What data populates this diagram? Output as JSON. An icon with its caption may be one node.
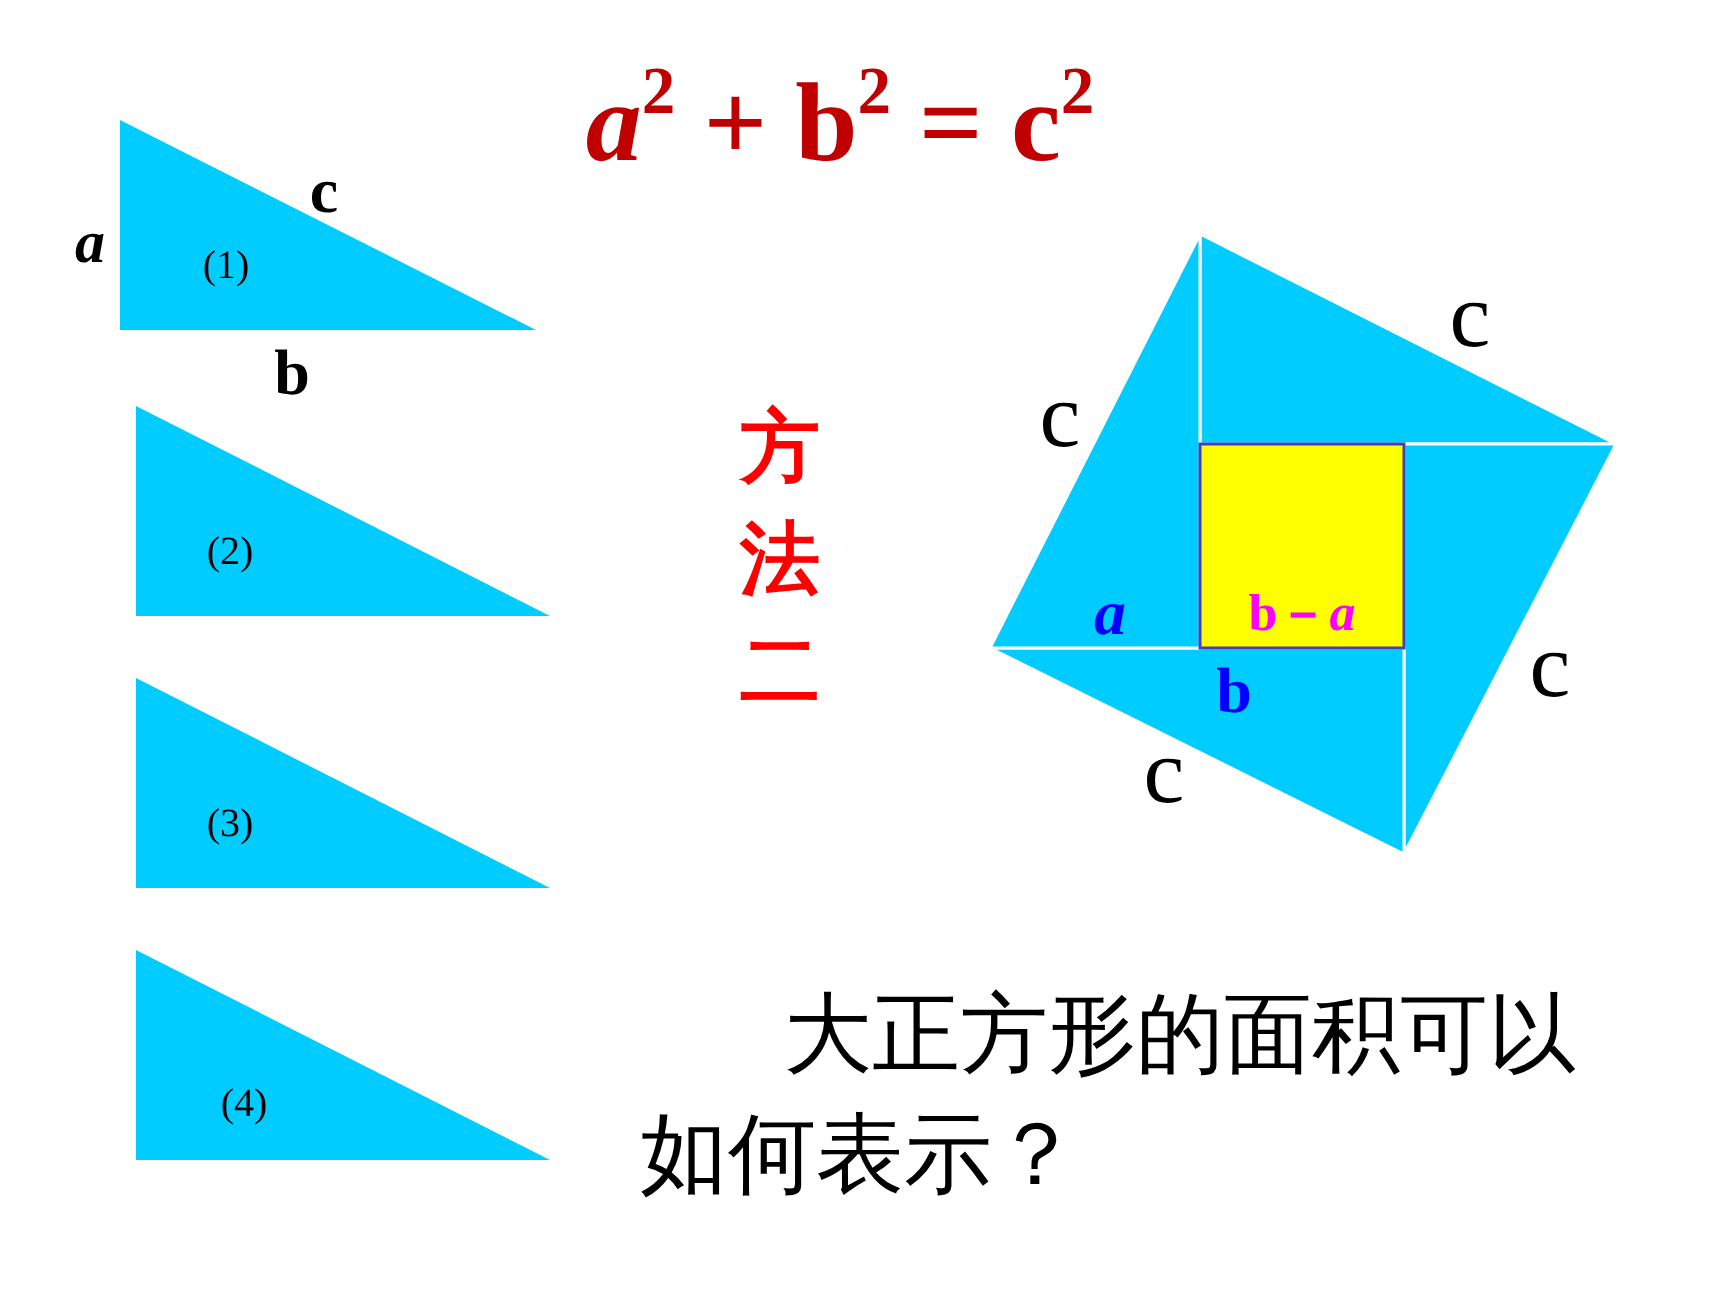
{
  "diagram": {
    "title": "*a*$^{2}$ + b$^{2}$ = c$^{2}$",
    "nodes": [
      {
        "text": [
          "(1)"
        ]
      },
      {
        "text": [
          "(2)"
        ]
      },
      {
        "text": [
          "(3)"
        ]
      },
      {
        "text": [
          "(4)"
        ]
      },
      {
        "text": [],
        "shape": "triangle"
      },
      {
        "text": [],
        "shape": "triangle"
      },
      {
        "text": [],
        "shape": "triangle"
      },
      {
        "text": [],
        "shape": "triangle"
      },
      {
        "text": [
          "b－*a*"
        ]
      }
    ],
    "labels": [
      "a",
      "c",
      "b",
      "方法二",
      "c",
      "c",
      "a",
      "b",
      "c",
      "c",
      "大正方形的面积可以如何表示？"
    ]
  }
}
